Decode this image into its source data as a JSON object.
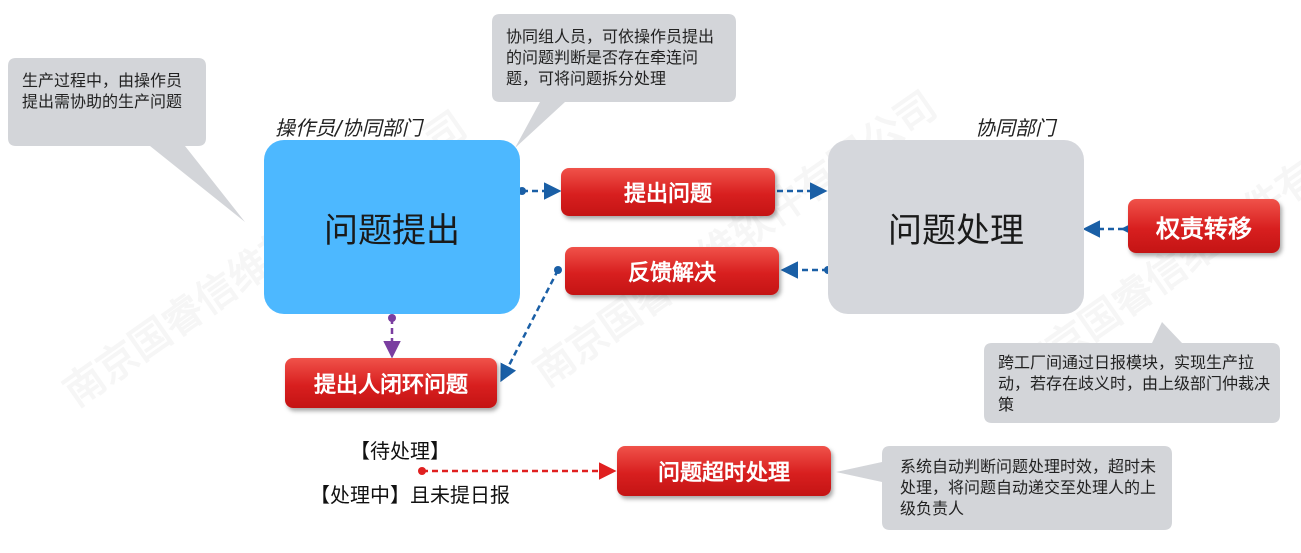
{
  "callouts": {
    "production": "生产过程中，由操作员提出需协助的生产问题",
    "collaborator": "协同组人员，可依操作员提出的问题判断是否存在牵连问题，可将问题拆分处理",
    "cross_factory": "跨工厂间通过日报模块，实现生产拉动，若存在歧义时，由上级部门仲裁决策",
    "auto_timeout": "系统自动判断问题处理时效，超时未处理，将问题自动递交至处理人的上级负责人"
  },
  "roles": {
    "left": "操作员/协同部门",
    "right": "协同部门"
  },
  "boxes": {
    "raise": "问题提出",
    "handle": "问题处理"
  },
  "buttons": {
    "submit_problem": "提出问题",
    "feedback": "反馈解决",
    "transfer": "权责转移",
    "close_loop": "提出人闭环问题",
    "timeout": "问题超时处理"
  },
  "status_labels": {
    "pending": "【待处理】",
    "in_progress": "【处理中】且未提日报"
  },
  "watermark": "南京国睿信维软件有限公司",
  "colors": {
    "raise_box": "#4db8ff",
    "handle_box": "#d5d7dc",
    "callout": "#d3d5d9",
    "blue_arrow": "#1a5fa6",
    "purple_arrow": "#7a3ea0",
    "red_arrow": "#e02020",
    "button_red": "#d81f1f"
  }
}
